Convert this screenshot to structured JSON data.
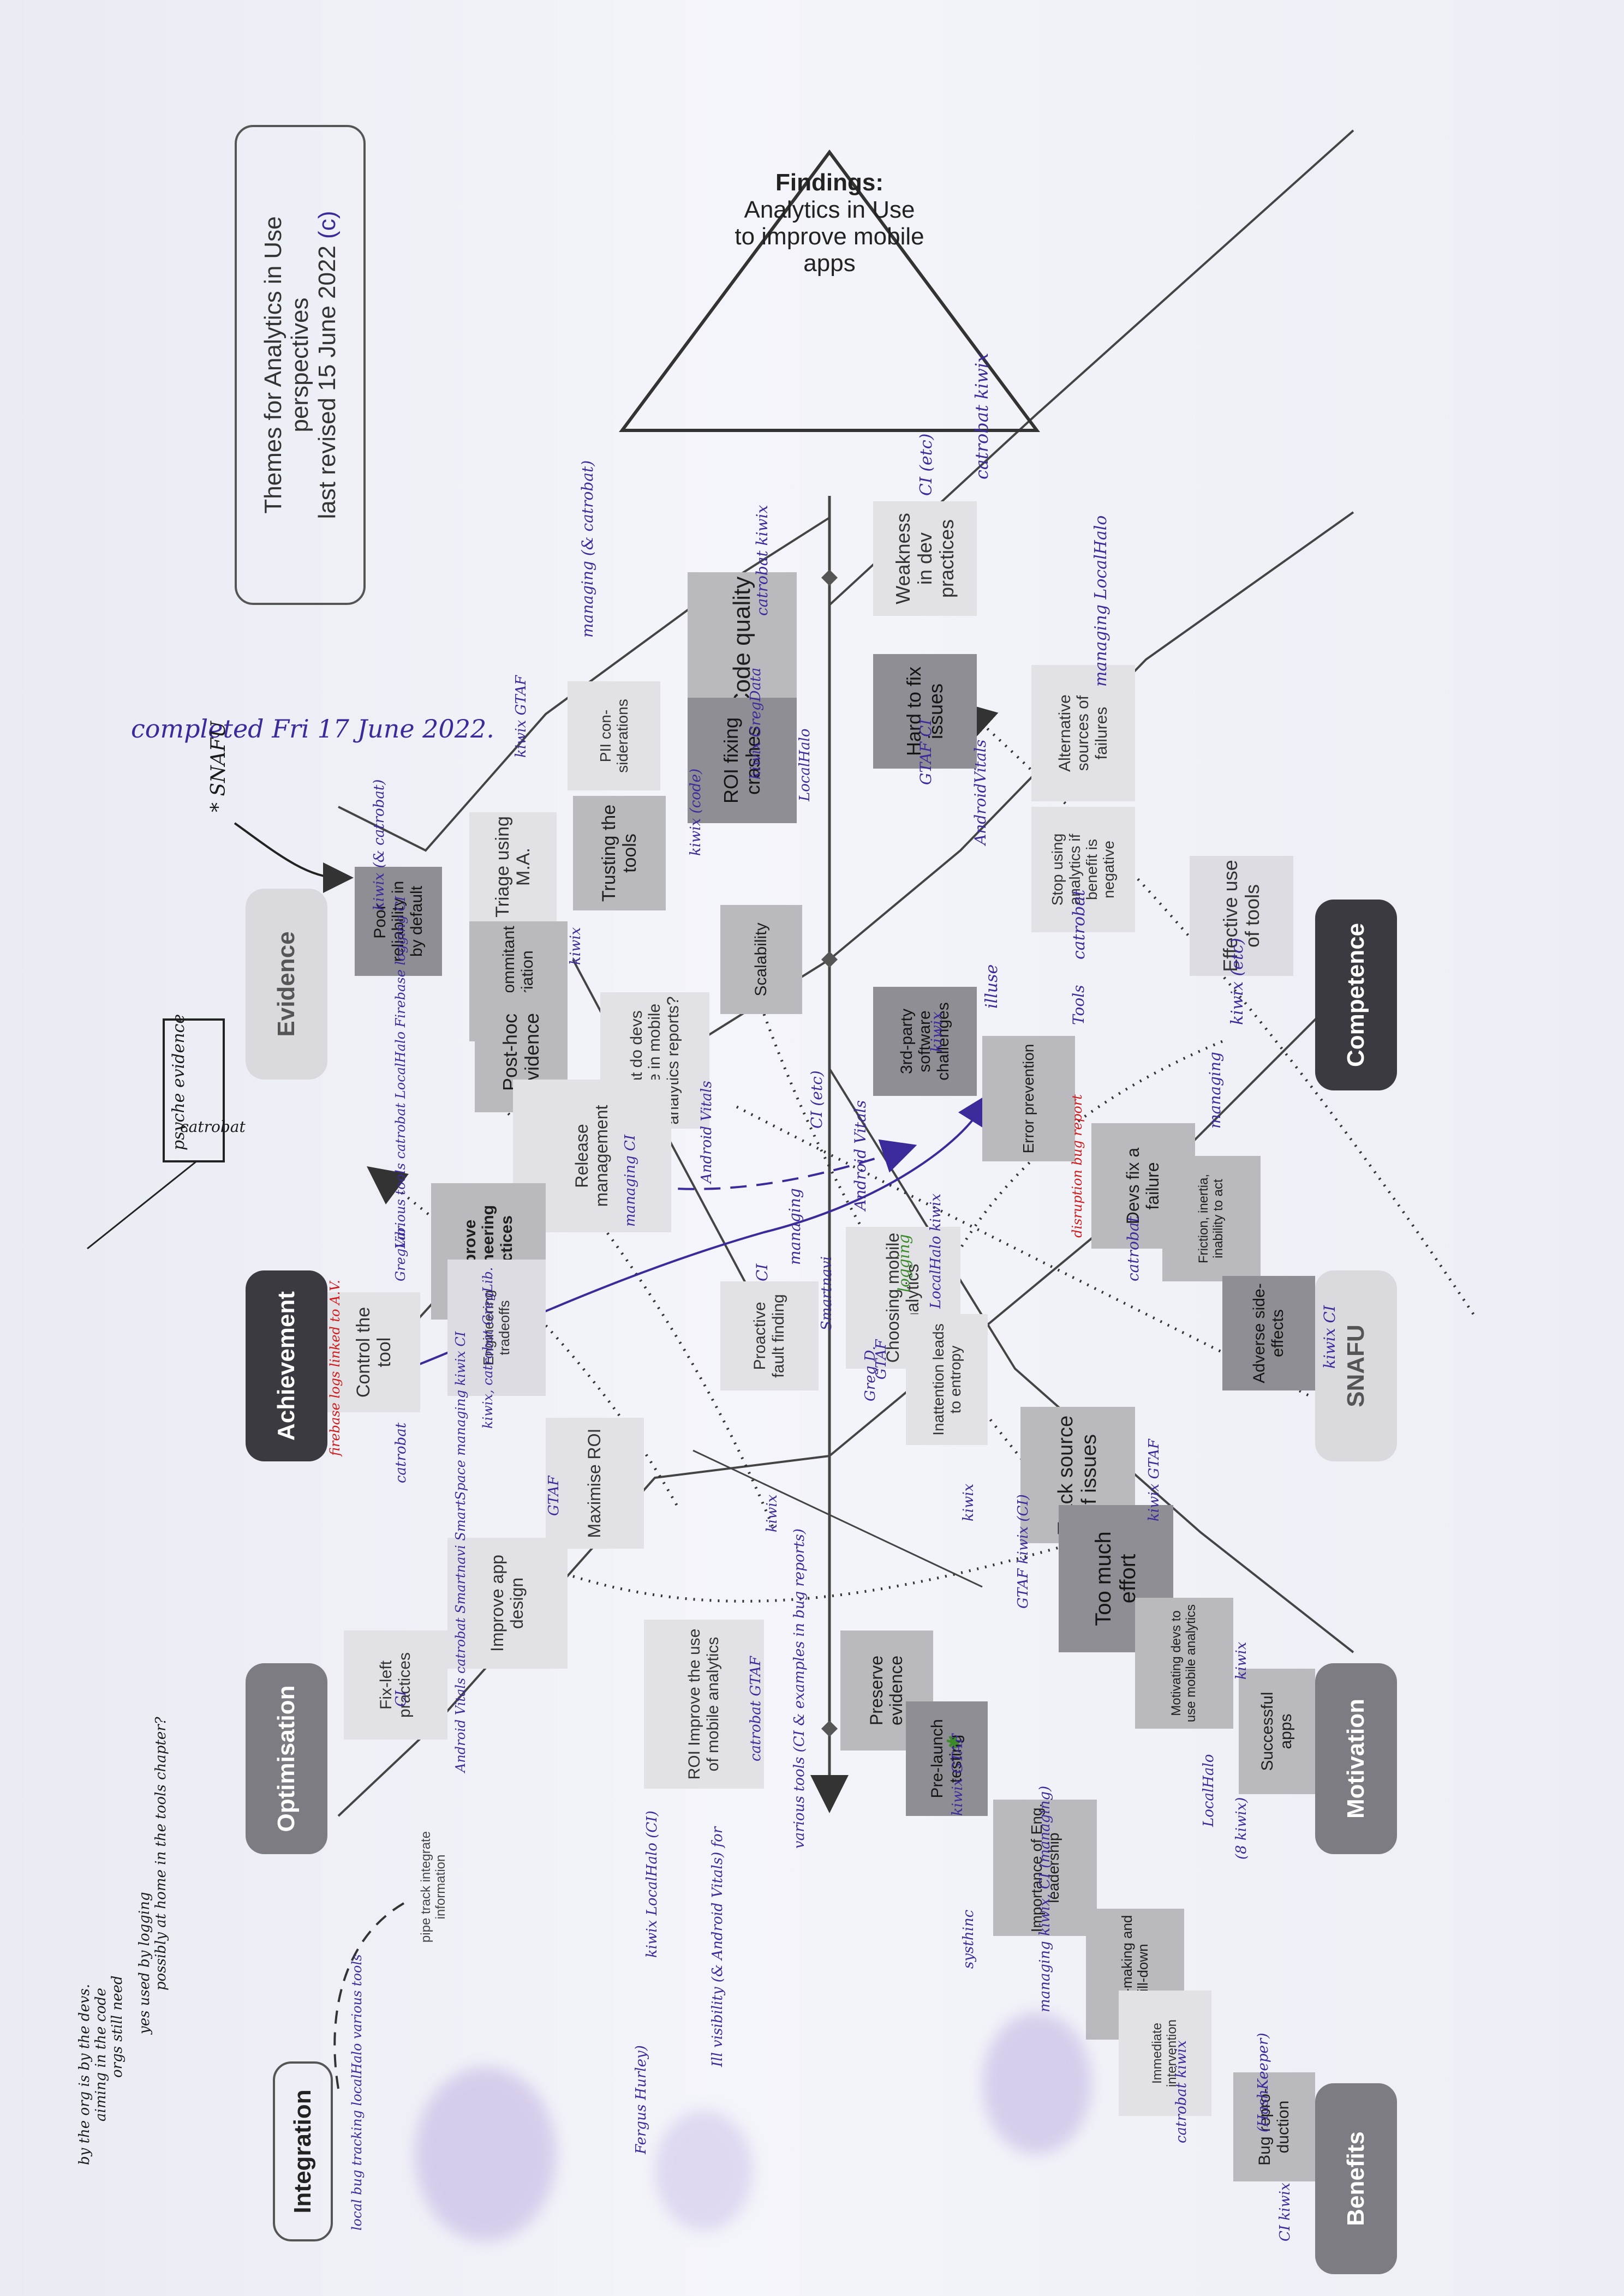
{
  "findings": {
    "title": "Findings:",
    "subtitle": "Analytics in Use to improve mobile apps"
  },
  "legend": {
    "line1": "Themes for Analytics in Use",
    "line2": "perspectives",
    "line3": "last revised 15 June 2022",
    "mark": "(c)"
  },
  "categories": {
    "competence": "Competence",
    "snafu": "SNAFU",
    "motivation": "Motivation",
    "benefits": "Benefits",
    "evidence": "Evidence",
    "achievement": "Achievement",
    "optimisation": "Optimisation",
    "integration": "Integration"
  },
  "themes": {
    "weakness": "Weakness in dev practices",
    "hard_to_fix": "Hard to fix issues",
    "alternative": "Alternative sources of failures",
    "stop_using": "Stop using analytics if benefit is negative",
    "effective": "Effective use of tools",
    "third_party": "3rd-party software challenges",
    "scalability": "Scalability",
    "error_prevention": "Error prevention",
    "devs_fix": "Devs fix a failure",
    "friction": "Friction, inertia, inability to act",
    "adverse": "Adverse side-effects",
    "choosing": "Choosing mobile analytics",
    "inattention": "Inattention leads to entropy",
    "track_source": "Track source of issues",
    "too_much": "Too much effort",
    "motivating": "Motivating devs to use mobile analytics",
    "successful": "Successful apps",
    "roi_improve": "ROI Improve the use of mobile analytics",
    "preserve": "Preserve evidence",
    "pre_launch": "Pre-launch testing",
    "importance": "Importance of Eng. leadership",
    "sense_making": "Sense-making and drill-down",
    "immediate": "Immediate intervention",
    "bug_repro": "Bug repro-duction",
    "code_quality": "Code quality",
    "roi_crashes": "ROI fixing crashes",
    "pii": "PII con-siderations",
    "trusting": "Trusting the tools",
    "triage": "Triage using M.A.",
    "con_commitant": "Con-commitant variation",
    "post_hoc": "Post-hoc evidence",
    "poor_reliability": "Poor reliability in by default",
    "what_do_devs": "What do devs notice in mobile analytics reports?",
    "release": "Release management",
    "improve_eng": "Improve engineering practices",
    "eng_tradeoffs": "Engineering tradeoffs",
    "control": "Control the tool",
    "proactive": "Proactive fault finding",
    "maximise": "Maximise ROI",
    "improve_app": "Improve app design",
    "fix_left": "Fix-left practices",
    "pipe": "pipe track integrate information"
  },
  "annotations": {
    "completed": "completed Fri 17 June 2022.",
    "snafu_mark": "* SNAFU",
    "psyche": "psyche evidence",
    "catrobat": "catrobat",
    "kiwix": "kiwix",
    "ci_etc": "CI (etc)",
    "catrobat_kiwix": "catrobat kiwix",
    "managing_localhalo": "managing LocalHalo",
    "gtaf_ci": "GTAF CI",
    "android_vitals": "AndroidVitals",
    "stop_catrobat": "catrobat",
    "competence_kiwix": "kiwix (etc)",
    "managing": "managing",
    "catrobat2": "catrobat",
    "snafu_kiwix": "kiwix CI",
    "localhalo": "LocalHalo",
    "kiwix_ci": "kiwix CI",
    "localhalo_kiwix": "(8 kiwix)",
    "third_party_kiwix": "kiwix",
    "ci_etc2": "CI (etc)",
    "tools": "Tools",
    "illuse": "illuse",
    "devs_red": "disruption bug report",
    "catrobat3": "catrobat",
    "friction_managing": "managing",
    "ci2": "CI",
    "android_vitals2": "Android Vitals",
    "managing2": "managing",
    "ci3": "CI",
    "logging": "logging",
    "localhalo_kiwix2": "LocalHalo kiwix",
    "smart_navi": "Smartnavi",
    "gtaf": "GTAF",
    "greg": "Greg D.",
    "kiwix3": "kiwix",
    "gtaf_kiwix_ci": "GTAF kiwix (CI)",
    "kiwix_gtaf": "kiwix GTAF",
    "too_much_kiwix": "kiwix GTAF",
    "kiwix4": "kiwix",
    "kiwix5": "kiwix",
    "catrobat_localhalo": "catrobat kiwix",
    "catrobat_gtaf": "catrobat GTAF",
    "kiwix_ci_managing": "kiwix, CI (managing)",
    "systhinc": "systhinc",
    "managing3": "managing",
    "hashkeeper": "(HashKeeper)",
    "catrobat_kiwix2": "catrobat kiwix",
    "ci_kiwix": "CI kiwix",
    "various_tools": "various tools (CI & examples in bug reports)",
    "ill_visibility": "Ill visibility (& Android Vitals) for",
    "kiwix_localhalo_ci": "kiwix LocalHalo (CI)",
    "fergus": "Fergus Hurley)",
    "catrobat_gtaf2": "catrobat GTAF",
    "possibly": "possibly at home in the tools chapter?",
    "yes_used": "yes used by logging",
    "orgs": "orgs still need",
    "aiming": "aiming in the code",
    "by_org": "by the org is by the devs.",
    "local_bug": "local bug tracking localHalo various tools",
    "code_managing": "managing (& catrobat)",
    "kiwix_gtaf2": "kiwix GTAF",
    "trust_kiwix": "kiwix (code)",
    "roi_kiwix": "kiwix GregData",
    "localhalo2": "LocalHalo",
    "catrobat_kiwix3": "catrobat kiwix",
    "triage_kiwix": "kiwix (& catrobat)",
    "various_tools2": "Various tools catrobat LocalHalo Firebase logging CI",
    "greg_lib": "GregLib.",
    "android_vitals3": "Android Vitals",
    "managing4": "managing CI",
    "kiwix_cat": "kiwix, catrobat GregLib.",
    "catrobat4": "catrobat",
    "firebase_red": "firebase logs linked to A.V.",
    "catrobat5": "catrobat",
    "android_vitals4": "Android Vitals catrobat Smartnavi SmartSpace managing kiwix CI"
  }
}
